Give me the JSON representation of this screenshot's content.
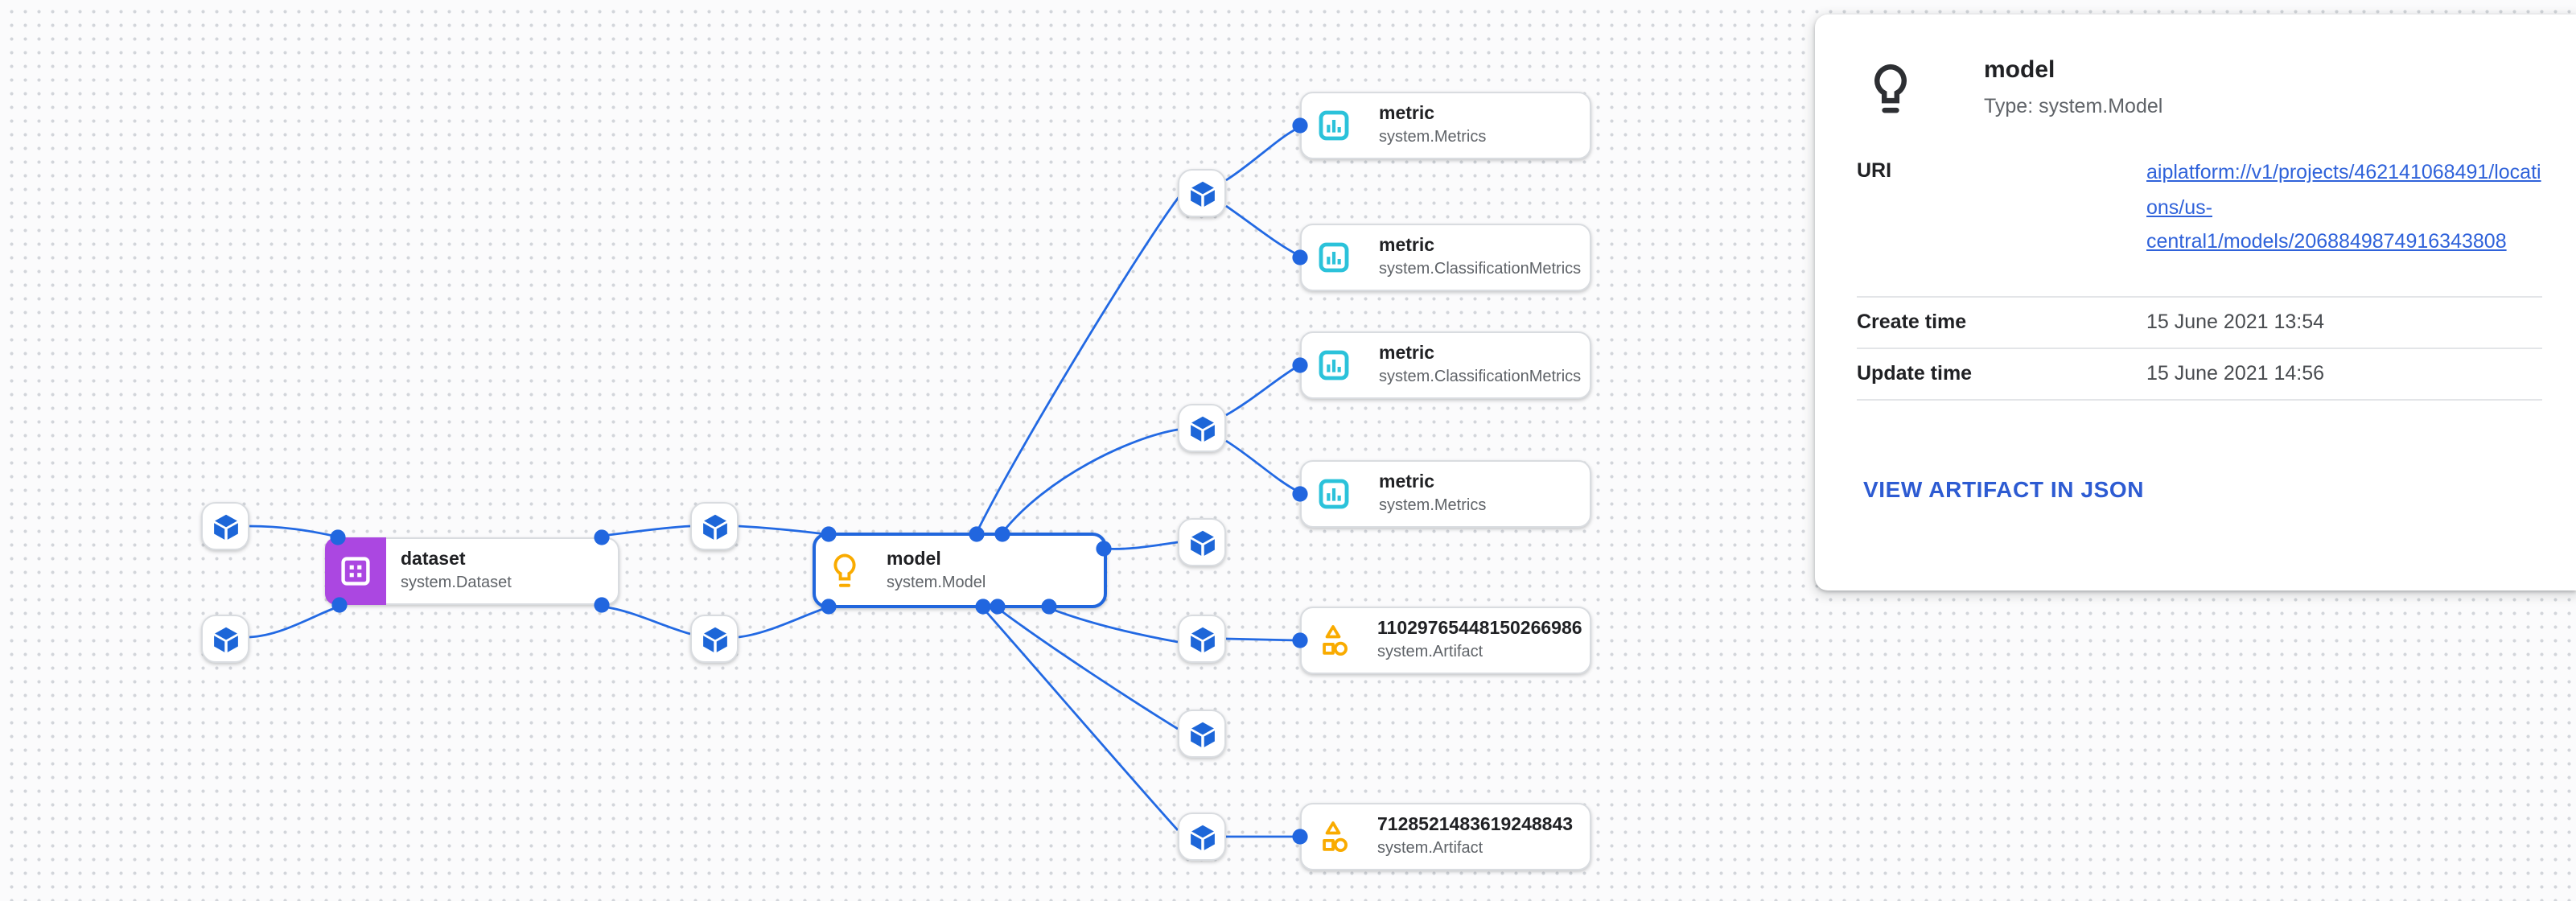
{
  "canvas": {
    "nodes": {
      "dataset": {
        "title": "dataset",
        "subtitle": "system.Dataset"
      },
      "model": {
        "title": "model",
        "subtitle": "system.Model",
        "selected": true
      },
      "metric_1": {
        "title": "metric",
        "subtitle": "system.Metrics"
      },
      "metric_2": {
        "title": "metric",
        "subtitle": "system.ClassificationMetrics"
      },
      "metric_3": {
        "title": "metric",
        "subtitle": "system.ClassificationMetrics"
      },
      "metric_4": {
        "title": "metric",
        "subtitle": "system.Metrics"
      },
      "artifact_1": {
        "title": "11029765448150266986",
        "subtitle": "system.Artifact"
      },
      "artifact_2": {
        "title": "7128521483619248843",
        "subtitle": "system.Artifact"
      }
    },
    "execution_node_count": 10
  },
  "panel": {
    "title": "model",
    "type_label": "Type: system.Model",
    "rows": [
      {
        "label": "URI",
        "value": "aiplatform://v1/projects/462141068491/locations/us-central1/models/2068849874916343808"
      },
      {
        "label": "Create time",
        "value": "15 June 2021 13:54"
      },
      {
        "label": "Update time",
        "value": "15 June 2021 14:56"
      }
    ],
    "action_link": "VIEW ARTIFACT IN JSON"
  },
  "colors": {
    "edge_blue": "#2269e3",
    "selected_border_blue": "#2066dd",
    "execution_cube_blue": "#1d66d8",
    "dataset_purple": "#ab47e1",
    "metric_cyan": "#2bc2da",
    "artifact_amber": "#f9ab00",
    "uri_link_blue": "#2f62da",
    "action_link_blue": "#2d5bd2",
    "node_title": "#202124",
    "node_subtitle": "#5f6368"
  }
}
